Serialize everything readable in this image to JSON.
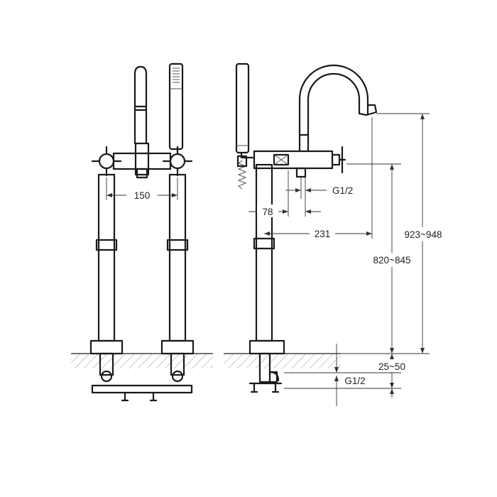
{
  "dimensions": {
    "pillar_spacing": "150",
    "inlet_thread_top": "G1/2",
    "offset_78": "78",
    "spout_reach": "231",
    "height_spout": "923~948",
    "height_body": "820~845",
    "floor_depth": "25~50",
    "inlet_thread_bottom": "G1/2"
  },
  "colors": {
    "line": "#1a1a1a",
    "dimension": "#333333",
    "background": "#ffffff"
  }
}
